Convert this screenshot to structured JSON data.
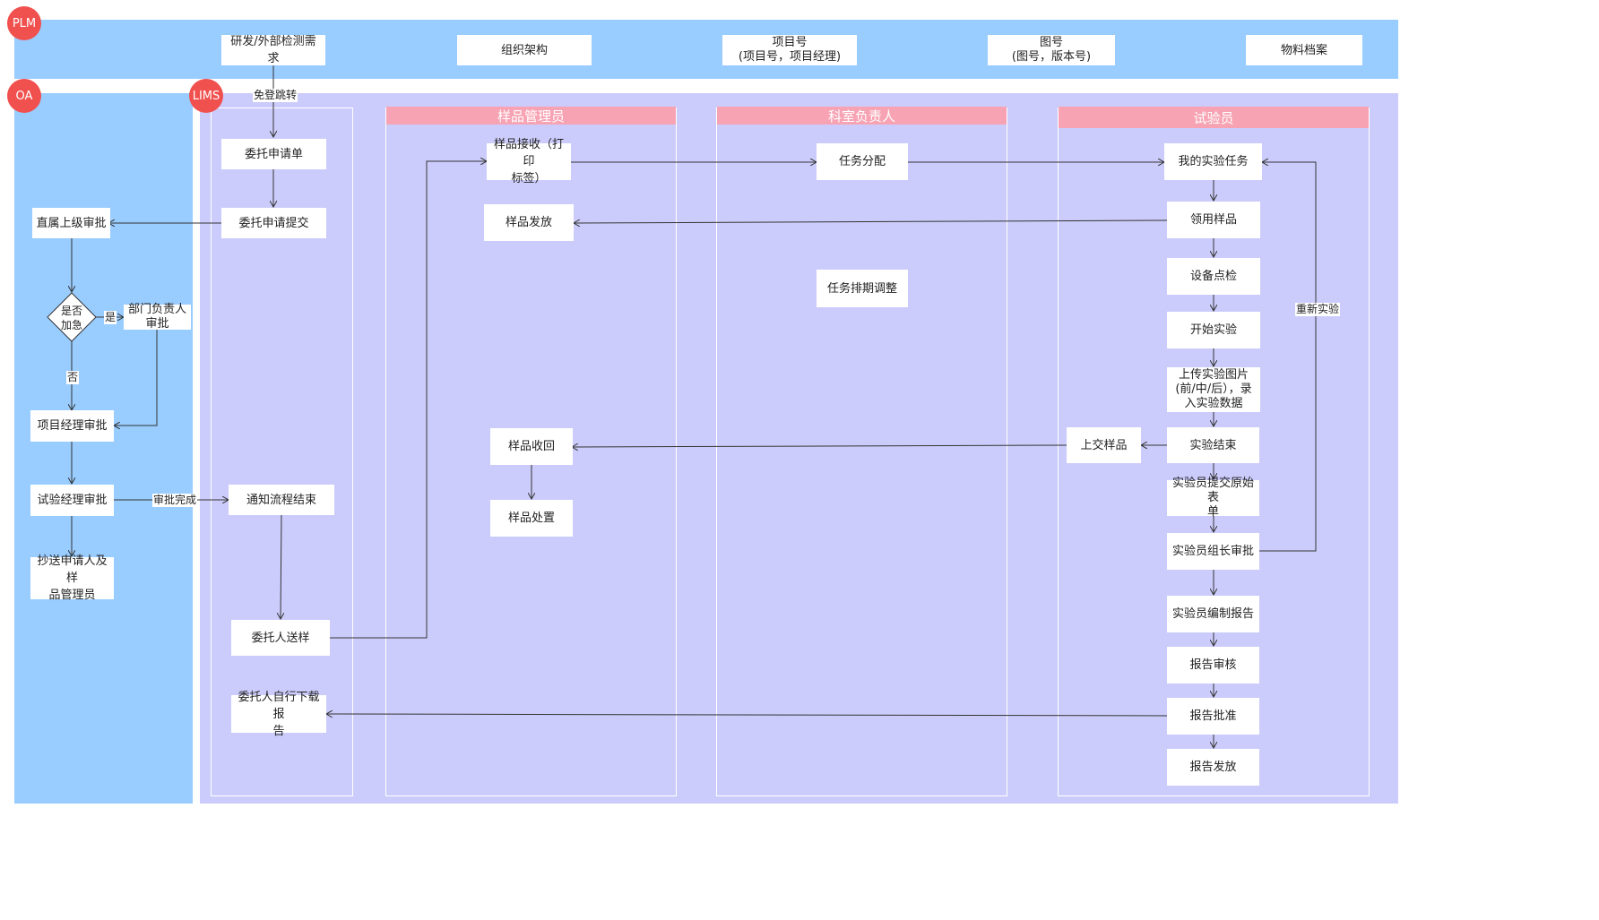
{
  "systems": {
    "plm": {
      "label": "PLM"
    },
    "oa": {
      "label": "OA"
    },
    "lims": {
      "label": "LIMS"
    }
  },
  "plm_items": {
    "rnd_request": "研发/外部检测需求",
    "org_structure": "组织架构",
    "project_no": "项目号\n(项目号，项目经理)",
    "drawing_no": "图号\n(图号，版本号)",
    "material_file": "物料档案"
  },
  "lanes": {
    "sample_manager": "样品管理员",
    "section_head": "科室负责人",
    "tester": "试验员"
  },
  "oa_nodes": {
    "direct_approval": "直属上级审批",
    "urgent_decision": "是否\n加急",
    "dept_head_approval": "部门负责人\n审批",
    "pm_approval": "项目经理审批",
    "test_manager_approval": "试验经理审批",
    "cc_applicant": "抄送申请人及样\n品管理员"
  },
  "lims_nodes": {
    "entrust_form": "委托申请单",
    "entrust_submit": "委托申请提交",
    "notify_end": "通知流程结束",
    "send_sample": "委托人送样",
    "download_report": "委托人自行下载报\n告"
  },
  "sample_nodes": {
    "receive": "样品接收（打印\n标签）",
    "dispatch": "样品发放",
    "recover": "样品收回",
    "dispose": "样品处置"
  },
  "head_nodes": {
    "assign": "任务分配",
    "reschedule": "任务排期调整"
  },
  "tester_nodes": {
    "my_tasks": "我的实验任务",
    "collect": "领用样品",
    "inspect": "设备点检",
    "start": "开始实验",
    "upload": "上传实验图片\n(前/中/后），录\n入实验数据",
    "finish": "实验结束",
    "return_sample": "上交样品",
    "submit_raw": "实验员提交原始表\n单",
    "leader_approval": "实验员组长审批",
    "write_report": "实验员编制报告",
    "review": "报告审核",
    "approve": "报告批准",
    "issue": "报告发放"
  },
  "edge_labels": {
    "sso": "免登跳转",
    "yes": "是",
    "no": "否",
    "approved": "审批完成",
    "retest": "重新实验"
  },
  "colors": {
    "plm_band": "#99ccff",
    "oa_band": "#99ccff",
    "lims_band": "#ccccfc",
    "lane_header": "#f7a3b3",
    "badge": "#f0504e"
  }
}
